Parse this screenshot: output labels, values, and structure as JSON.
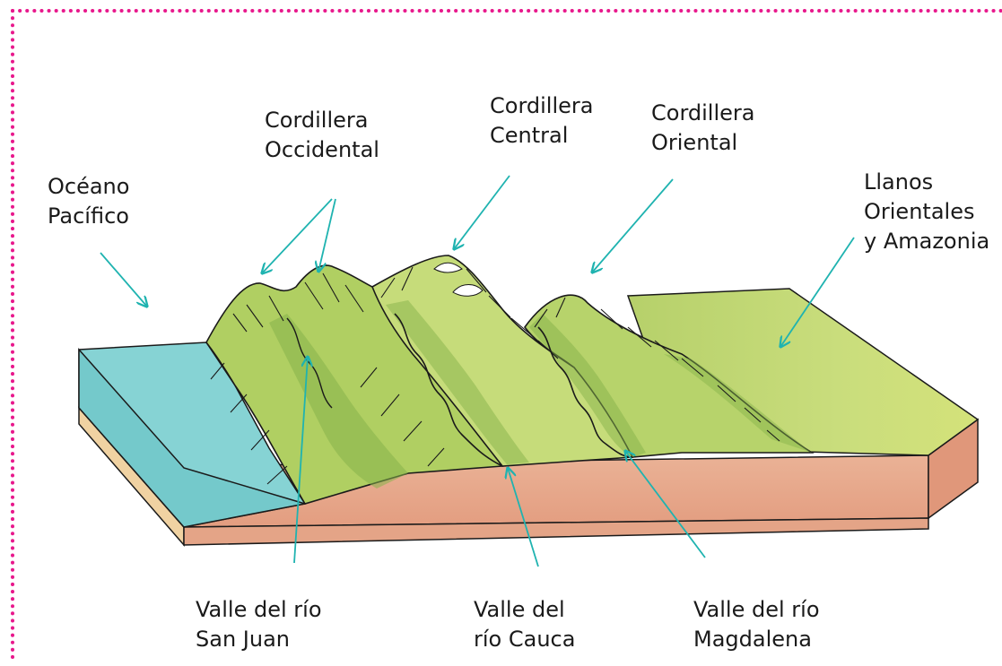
{
  "labels": {
    "pacific": {
      "line1": "Océano",
      "line2": "Pacífico"
    },
    "occidental": {
      "line1": "Cordillera",
      "line2": "Occidental"
    },
    "central": {
      "line1": "Cordillera",
      "line2": "Central"
    },
    "oriental": {
      "line1": "Cordillera",
      "line2": "Oriental"
    },
    "llanos": {
      "line1": "Llanos",
      "line2": "Orientales",
      "line3": "y Amazonia"
    },
    "sanjuan": {
      "line1": "Valle del río",
      "line2": "San Juan"
    },
    "cauca": {
      "line1": "Valle del",
      "line2": "río Cauca"
    },
    "magdalena": {
      "line1": "Valle del río",
      "line2": "Magdalena"
    }
  },
  "colors": {
    "frame": "#e8188c",
    "arrow": "#1fb3b0",
    "ocean": "#7fd0d2",
    "ocean_side": "#5fbfc2",
    "soil": "#e8a88c",
    "soil_dark": "#d98f74",
    "land": "#bfd87a",
    "mountain": "#a9c95a",
    "mountain_dark": "#6f9a3a",
    "snow": "#ffffff",
    "ink": "#1a1a1a"
  }
}
